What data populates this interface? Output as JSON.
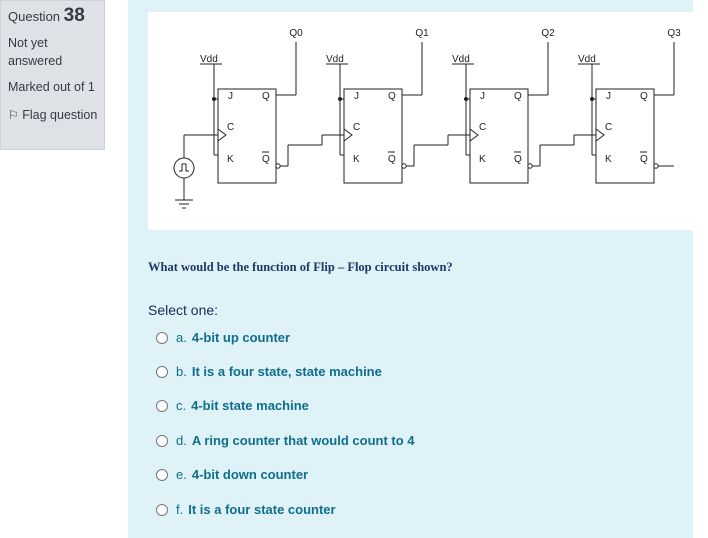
{
  "info": {
    "question_label": "Question",
    "question_number": "38",
    "state": "Not yet answered",
    "grade": "Marked out of 1",
    "flag_label": "Flag question"
  },
  "diagram": {
    "vdd_label": "Vdd",
    "outputs": [
      "Q0",
      "Q1",
      "Q2",
      "Q3"
    ],
    "pins": {
      "j": "J",
      "k": "K",
      "c": "C",
      "q": "Q",
      "qbar": "Q"
    }
  },
  "question": {
    "text": "What would be the function of Flip – Flop circuit shown?",
    "prompt": "Select one:",
    "options": [
      {
        "letter": "a.",
        "text": "4-bit up counter"
      },
      {
        "letter": "b.",
        "text": "It is a four state, state machine"
      },
      {
        "letter": "c.",
        "text": "4-bit state machine"
      },
      {
        "letter": "d.",
        "text": "A ring counter that would count to 4"
      },
      {
        "letter": "e.",
        "text": "4-bit down counter"
      },
      {
        "letter": "f.",
        "text": "It is a four state counter"
      }
    ]
  }
}
